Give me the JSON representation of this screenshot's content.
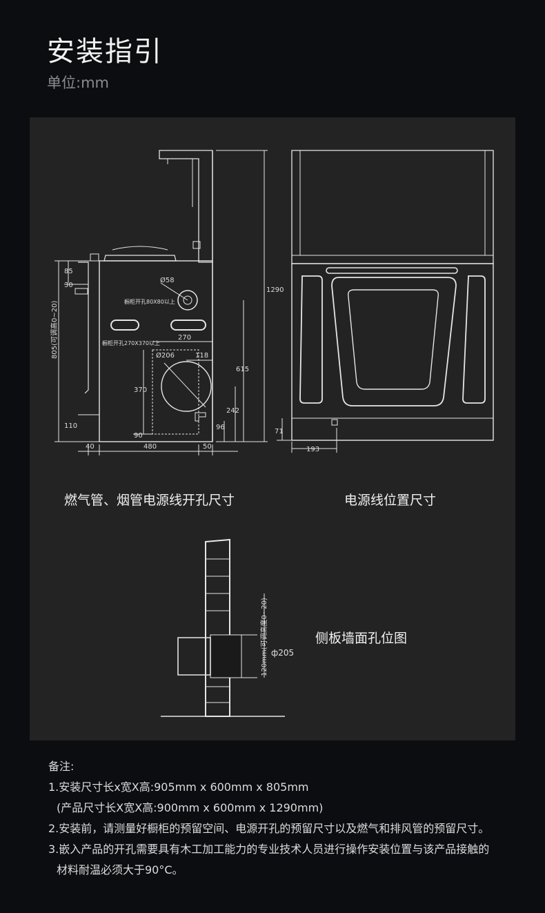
{
  "header": {
    "title": "安装指引",
    "unit": "单位:mm"
  },
  "diagram_left": {
    "caption": "燃气管、烟管电源线开孔尺寸",
    "dims": {
      "d85": "85",
      "d30": "30",
      "d805": "805(可调高0~20)",
      "d110": "110",
      "d40": "40",
      "d480": "480",
      "d50": "50",
      "d1290": "1290",
      "d58": "Ø58",
      "d270": "270",
      "d206": "Ø206",
      "d118": "118",
      "d370": "370",
      "d615": "615",
      "d242": "242",
      "d96": "96",
      "d90": "90"
    },
    "notes": {
      "hole1": "橱柜开孔80X80以上",
      "hole2": "橱柜开孔270X370以上"
    }
  },
  "diagram_right": {
    "caption": "电源线位置尺寸",
    "dims": {
      "d71": "71",
      "d193": "193"
    }
  },
  "diagram_wall": {
    "caption": "侧板墙面孔位图",
    "dims": {
      "d205": "ф205",
      "d120": "120mm(可调高度0~20)"
    }
  },
  "remarks": {
    "heading": "备注:",
    "lines": [
      "1.安装尺寸长x宽X高:905mm x 600mm x 805mm",
      "(产品尺寸长X宽X高:900mm x 600mm x 1290mm)",
      "2.安装前，请测量好橱柜的预留空间、电源开孔的预留尺寸以及燃气和排风管的预留尺寸。",
      "3.嵌入产品的开孔需要具有木工加工能力的专业技术人员进行操作安装位置与该产品接触的",
      "材料耐温必须大于90°C。"
    ]
  }
}
